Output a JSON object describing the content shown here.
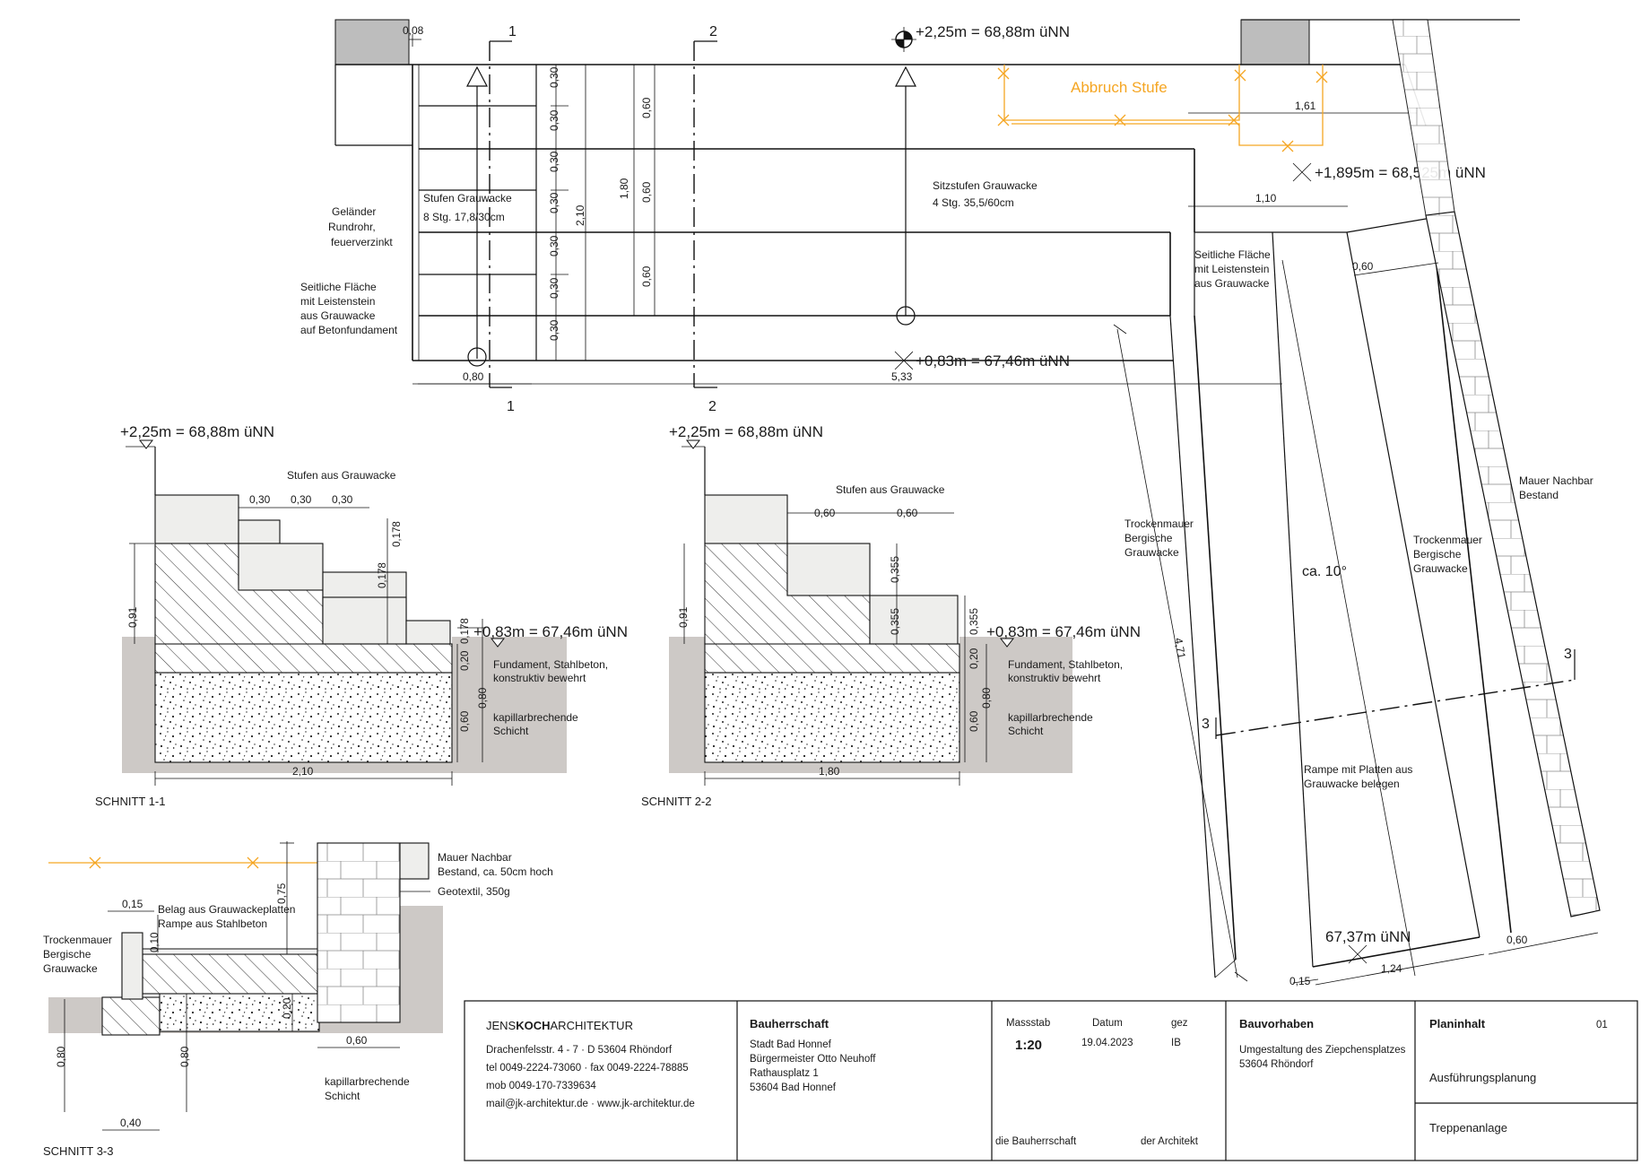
{
  "plan": {
    "level_top": "+2,25m = 68,88m üNN",
    "level_bottom": "+0,83m = 67,46m üNN",
    "level_mid": "+1,895m = 68,525m üNN",
    "level_ramp": "67,37m üNN",
    "abbruch": "Abbruch Stufe",
    "stufen_title": "Stufen Grauwacke",
    "stufen_spec": "8 Stg. 17,8/30cm",
    "sitz_title": "Sitzstufen Grauwacke",
    "sitz_spec": "4 Stg. 35,5/60cm",
    "gelaender": [
      "Geländer",
      "Rundrohr,",
      "feuerverzinkt"
    ],
    "seitlich_left": [
      "Seitliche Fläche",
      "mit Leistenstein",
      "aus Grauwacke",
      "auf Betonfundament"
    ],
    "seitlich_right": [
      "Seitliche Fläche",
      "mit Leistenstein",
      "aus Grauwacke"
    ],
    "trocken_left": [
      "Trockenmauer",
      "Bergische",
      "Grauwacke"
    ],
    "trocken_right": [
      "Trockenmauer",
      "Bergische",
      "Grauwacke"
    ],
    "mauer_nachbar": [
      "Mauer Nachbar",
      "Bestand"
    ],
    "ramp_angle": "ca. 10°",
    "rampe_note": [
      "Rampe mit Platten aus",
      "Grauwacke belegen"
    ],
    "section_marks": [
      "1",
      "2",
      "3"
    ],
    "dims": {
      "d008": "0,08",
      "d030": "0,30",
      "d060": "0,60",
      "d180": "1,80",
      "d210": "2,10",
      "d080": "0,80",
      "d533": "5,33",
      "d161": "1,61",
      "d110": "1,10",
      "d471": "4,71",
      "d124": "1,24",
      "d015": "0,15"
    }
  },
  "section1": {
    "title": "SCHNITT 1-1",
    "level_top": "+2,25m = 68,88m üNN",
    "level_bottom": "+0,83m = 67,46m üNN",
    "stufen": "Stufen aus Grauwacke",
    "fundament": [
      "Fundament, Stahlbeton,",
      "konstruktiv bewehrt"
    ],
    "kapillar": [
      "kapillarbrechende",
      "Schicht"
    ],
    "dims": {
      "w": "2,10",
      "h091": "0,91",
      "s030": "0,30",
      "r178": "0,178",
      "f020": "0,20",
      "g060": "0,60",
      "t080": "0,80"
    }
  },
  "section2": {
    "title": "SCHNITT 2-2",
    "level_top": "+2,25m = 68,88m üNN",
    "level_bottom": "+0,83m = 67,46m üNN",
    "stufen": "Stufen aus Grauwacke",
    "fundament": [
      "Fundament, Stahlbeton,",
      "konstruktiv bewehrt"
    ],
    "kapillar": [
      "kapillarbrechende",
      "Schicht"
    ],
    "dims": {
      "w": "1,80",
      "h091": "0,91",
      "s060": "0,60",
      "r355": "0,355",
      "f020": "0,20",
      "g060": "0,60",
      "t080": "0,80"
    }
  },
  "section3": {
    "title": "SCHNITT 3-3",
    "belag": [
      "Belag aus Grauwackeplatten",
      "Rampe aus Stahlbeton"
    ],
    "trocken": [
      "Trockenmauer",
      "Bergische",
      "Grauwacke"
    ],
    "mauer": [
      "Mauer Nachbar",
      "Bestand, ca. 50cm hoch"
    ],
    "geotextil": "Geotextil, 350g",
    "kapillar": [
      "kapillarbrechende",
      "Schicht"
    ],
    "dims": {
      "d015": "0,15",
      "d010": "0,10",
      "d075": "0,75",
      "d020": "0,20",
      "d060": "0,60",
      "d080a": "0,80",
      "d080b": "0,80",
      "d040": "0,40"
    }
  },
  "titleblock": {
    "office_pre": "JENS",
    "office_bold": "KOCH",
    "office_post": "ARCHITEKTUR",
    "office_lines": [
      "Drachenfelsstr. 4 - 7 · D 53604 Rhöndorf",
      "tel 0049-2224-73060 · fax 0049-2224-78885",
      "mob 0049-170-7339634",
      "mail@jk-architektur.de · www.jk-architektur.de"
    ],
    "bauherr_label": "Bauherrschaft",
    "bauherr_lines": [
      "Stadt Bad Honnef",
      "Bürgermeister Otto Neuhoff",
      "Rathausplatz 1",
      "53604 Bad Honnef"
    ],
    "massstab_label": "Massstab",
    "massstab": "1:20",
    "datum_label": "Datum",
    "datum": "19.04.2023",
    "gez_label": "gez",
    "gez": "IB",
    "sign_bauherr": "die Bauherrschaft",
    "sign_architekt": "der Architekt",
    "vorhaben_label": "Bauvorhaben",
    "vorhaben_lines": [
      "Umgestaltung des Ziepchensplatzes",
      "53604 Rhöndorf"
    ],
    "inhalt_label": "Planinhalt",
    "plan_nr": "01",
    "inhalt_1": "Ausführungsplanung",
    "inhalt_2": "Treppenanlage"
  }
}
